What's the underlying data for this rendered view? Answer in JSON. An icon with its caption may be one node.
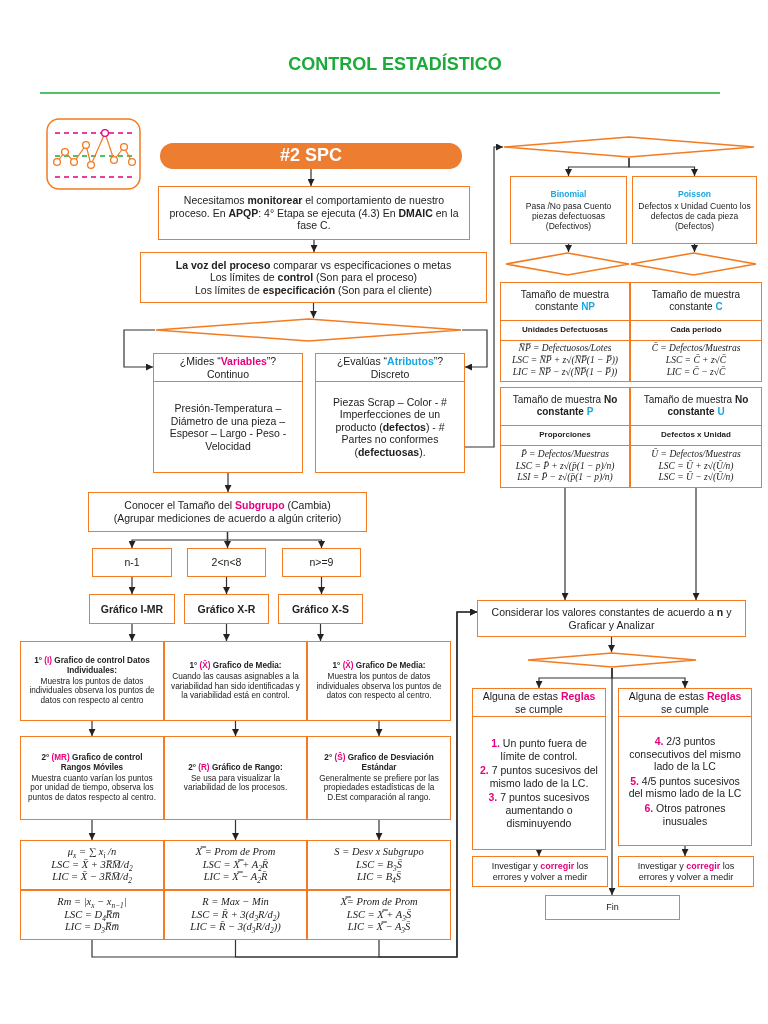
{
  "diagram": {
    "title": "CONTROL ESTADÍSTICO",
    "nodes": [
      {
        "text": [
          "#2 SPC"
        ]
      },
      {
        "text": [
          "Necesitamos **monitorear** el comportamiento de nuestro proceso. En **APQP**: 4° Etapa se ejecuta (4.3) En **DMAIC** en la fase C."
        ]
      },
      {
        "text": [
          "**La voz del proceso** comparar vs especificaciones o metas",
          "Los límites de **control** (Son para el proceso)",
          "Los límites de **especificación** (Son para el cliente)"
        ]
      },
      {
        "text": [],
        "shape": "diamond"
      },
      {
        "text": [
          "¿Mides “**Variables**”? Continuo",
          "Presión-Temperatura – Diámetro de una pieza – Espesor – Largo - Peso - Velocidad"
        ]
      },
      {
        "text": [
          "¿Evalúas “**Atributos**”? Discreto",
          "Piezas Scrap – Color - # Imperfecciones de un producto (**defectos**) - # Partes no conformes (**defectuosas**)."
        ]
      },
      {
        "text": [],
        "shape": "diamond"
      },
      {
        "text": [
          "Binomial",
          "Pasa /No pasa Cuento piezas defectuosas (Defectivos)"
        ]
      },
      {
        "text": [
          "Poisson",
          "Defectos x Unidad Cuento los defectos de cada pieza (Defectos)"
        ]
      },
      {
        "text": [],
        "shape": "diamond"
      },
      {
        "text": [],
        "shape": "diamond"
      },
      {
        "text": [
          "Tamaño de muestra constante **NP**",
          "Unidades Defectuosas",
          "N̅P̅ = Defectuosos/Lotes",
          "LSC = N̅P̅ + z√(N̅P̅(1 − P̅))",
          "LIC = N̅P̅ − z√(N̅P̅(1 − P̅))"
        ]
      },
      {
        "text": [
          "Tamaño de muestra constante **C**",
          "Cada periodo",
          "C̄ = Defectos/Muestras",
          "LSC = C̄ + z√C̄",
          "LIC = C̄ − z√C̄"
        ]
      },
      {
        "text": [
          "Tamaño de muestra **No constante** **P**",
          "Proporciones",
          "P̄ = Defectos/Muestras",
          "LSC = P̄ + z√(p̄(1 − p)/n)",
          "LSI = P̄ − z√(p̄(1 − p)/n)"
        ]
      },
      {
        "text": [
          "Tamaño de muestra **No constante** **U**",
          "Defectos x Unidad",
          "Ū = Defectos/Muestras",
          "LSC = Ū + z√(Ū/n)",
          "LSC = Ū − z√(Ū/n)"
        ]
      },
      {
        "text": [
          "Conocer el Tamaño del **Subgrupo** (Cambia)",
          "(Agrupar mediciones de acuerdo a algún criterio)"
        ]
      },
      {
        "text": [
          "n-1"
        ]
      },
      {
        "text": [
          "2<n<8"
        ]
      },
      {
        "text": [
          "n>=9"
        ]
      },
      {
        "text": [
          "Gráfico I-MR"
        ]
      },
      {
        "text": [
          "Gráfico X-R"
        ]
      },
      {
        "text": [
          "Gráfico X-S"
        ]
      },
      {
        "text": [
          "1° **(I)** Grafico de control Datos Individuales:",
          "Muestra los puntos de datos individuales observa los puntos de datos con respecto al centro"
        ]
      },
      {
        "text": [
          "1° **(X̄)** Grafico de Media:",
          "Cuando las causas asignables a la variabilidad han sido identificadas y la variabilidad está en control."
        ]
      },
      {
        "text": [
          "1° **(X̄)** Grafico De Media:",
          "Muestra los puntos de datos individuales observa los puntos de datos con respecto al centro."
        ]
      },
      {
        "text": [
          "2° **(MR)** Grafico de control Rangos Móviles",
          "Muestra cuanto varían los puntos por unidad de tiempo, observa los puntos de datos respecto al centro."
        ]
      },
      {
        "text": [
          "2° **(R)** Gráfico de Rango:",
          "Se usa para visualizar la variabilidad de los procesos."
        ]
      },
      {
        "text": [
          "2° **(S̄)** Grafico de Desviación Estándar",
          "Generalmente se prefiere por las propiedades estadísticas de la D.Est comparación al rango."
        ]
      },
      {
        "text": [
          "μ$_{x}$ = ∑ x$_{i}$ /n",
          "LSC = X̄ + 3R̅M̅/d$_{2}$",
          "LIC = X̄ − 3R̅M̅/d$_{2}$"
        ]
      },
      {
        "text": [
          "X̿ = Prom de Prom",
          "LSC = X̿ + A$_{2}$R̄",
          "LIC = X̿ − A$_{2}$R̄"
        ]
      },
      {
        "text": [
          "S = Desv x Subgrupo",
          "LSC = B$_{3}$S̄",
          "LIC = B$_{4}$S̄"
        ]
      },
      {
        "text": [
          "Rm = |x$_{x}$ − x$_{n−1}$|",
          "LSC = D$_{4}$R̅m̅",
          "LIC = D$_{3}$R̅m̅"
        ]
      },
      {
        "text": [
          "R = Max − Min",
          "LSC = R̄ + 3(d$_{3}$R/d$_{2}$)",
          "LIC = R̄ − 3(d$_{3}$R/d$_{2}$))"
        ]
      },
      {
        "text": [
          "X̿= Prom de Prom",
          "LSC = X̿ + A$_{3}$S̄",
          "LIC = X̿ − A$_{3}$S̄"
        ]
      },
      {
        "text": [
          "Considerar los valores constantes de acuerdo a **n** y Graficar y Analizar"
        ]
      },
      {
        "text": [],
        "shape": "diamond"
      },
      {
        "text": [
          "Alguna de estas **Reglas** se cumple",
          "**1.** Un punto fuera de límite de control.",
          "**2.** 7 puntos sucesivos del mismo lado de la LC.",
          "**3.** 7 puntos sucesivos aumentando o disminuyendo"
        ]
      },
      {
        "text": [
          "Alguna de estas **Reglas** se cumple",
          "**4.** 2/3 puntos consecutivos del mismo lado de la LC",
          "**5.** 4/5 puntos sucesivos del mismo lado de la LC",
          "**6.** Otros patrones inusuales"
        ]
      },
      {
        "text": [
          "Investigar y **corregir** los errores y volver a medir"
        ]
      },
      {
        "text": [
          "Investigar y **corregir** los errores y volver a medir"
        ]
      },
      {
        "text": [
          "Fin"
        ]
      }
    ],
    "edges": [
      {
        "from": 0,
        "to": 1,
        "arrow": "to"
      },
      {
        "from": 1,
        "to": 2,
        "arrow": "to"
      },
      {
        "from": 2,
        "to": 3,
        "arrow": "to"
      },
      {
        "from": 3,
        "to": 4,
        "arrow": "to"
      },
      {
        "from": 3,
        "to": 5,
        "arrow": "to"
      },
      {
        "from": 5,
        "to": 6,
        "arrow": "to"
      },
      {
        "from": 6,
        "to": 7,
        "arrow": "to"
      },
      {
        "from": 6,
        "to": 8,
        "arrow": "to"
      },
      {
        "from": 7,
        "to": 9,
        "arrow": "to"
      },
      {
        "from": 8,
        "to": 10,
        "arrow": "to"
      },
      {
        "from": 4,
        "to": 15,
        "arrow": "to"
      },
      {
        "from": 15,
        "to": 16,
        "arrow": "to"
      },
      {
        "from": 15,
        "to": 17,
        "arrow": "to"
      },
      {
        "from": 15,
        "to": 18,
        "arrow": "to"
      },
      {
        "from": 16,
        "to": 19,
        "arrow": "to"
      },
      {
        "from": 17,
        "to": 20,
        "arrow": "to"
      },
      {
        "from": 18,
        "to": 21,
        "arrow": "to"
      },
      {
        "from": 19,
        "to": 22,
        "arrow": "to"
      },
      {
        "from": 20,
        "to": 23,
        "arrow": "to"
      },
      {
        "from": 21,
        "to": 24,
        "arrow": "to"
      },
      {
        "from": 22,
        "to": 25,
        "arrow": "to"
      },
      {
        "from": 23,
        "to": 26,
        "arrow": "to"
      },
      {
        "from": 24,
        "to": 27,
        "arrow": "to"
      },
      {
        "from": 25,
        "to": 28,
        "arrow": "to"
      },
      {
        "from": 26,
        "to": 29,
        "arrow": "to"
      },
      {
        "from": 27,
        "to": 30,
        "arrow": "to"
      },
      {
        "from": 31,
        "to": 34,
        "arrow": "to"
      },
      {
        "from": 32,
        "to": 34,
        "arrow": "to"
      },
      {
        "from": 33,
        "to": 34,
        "arrow": "to"
      },
      {
        "from": 13,
        "to": 34,
        "arrow": "to"
      },
      {
        "from": 14,
        "to": 34,
        "arrow": "to"
      },
      {
        "from": 34,
        "to": 35,
        "arrow": "to"
      },
      {
        "from": 35,
        "to": 36,
        "arrow": "to"
      },
      {
        "from": 35,
        "to": 37,
        "arrow": "to"
      },
      {
        "from": 35,
        "to": 40,
        "arrow": "to"
      },
      {
        "from": 36,
        "to": 38,
        "arrow": "to"
      },
      {
        "from": 37,
        "to": 39,
        "arrow": "to"
      }
    ]
  }
}
